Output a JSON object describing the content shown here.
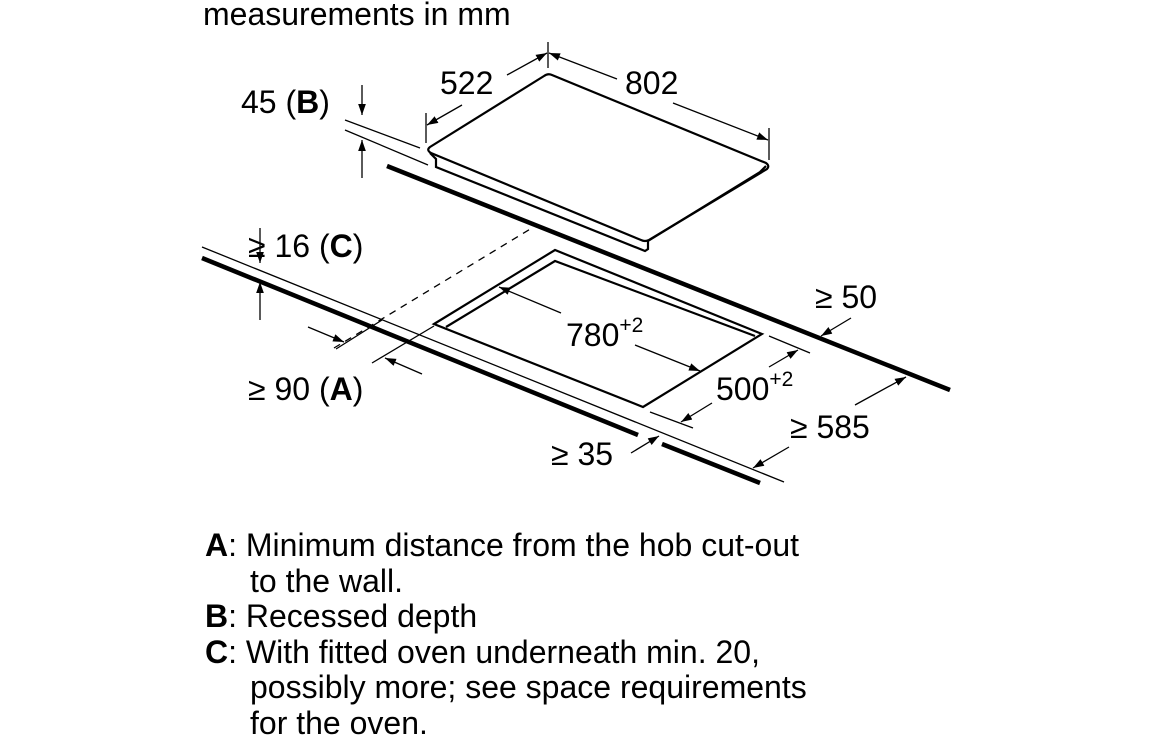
{
  "title": "measurements in mm",
  "dimensions": {
    "hob_depth": "522",
    "hob_width": "802",
    "recess_depth": "45",
    "recess_ref": "B",
    "worktop_thickness": "≥ 16",
    "worktop_ref": "C",
    "rear_clearance": "≥ 50",
    "cutout_width": "780",
    "cutout_width_tol": "+2",
    "wall_distance": "≥ 90",
    "wall_ref": "A",
    "cutout_depth": "500",
    "cutout_depth_tol": "+2",
    "worktop_depth": "≥ 585",
    "front_clearance": "≥ 35"
  },
  "legend": [
    {
      "key": "A",
      "lines": [
        ": Minimum distance from the hob cut-out",
        "to the wall."
      ]
    },
    {
      "key": "B",
      "lines": [
        ": Recessed depth"
      ]
    },
    {
      "key": "C",
      "lines": [
        ": With fitted oven underneath min. 20,",
        "possibly more; see space requirements",
        "for the oven."
      ]
    }
  ]
}
